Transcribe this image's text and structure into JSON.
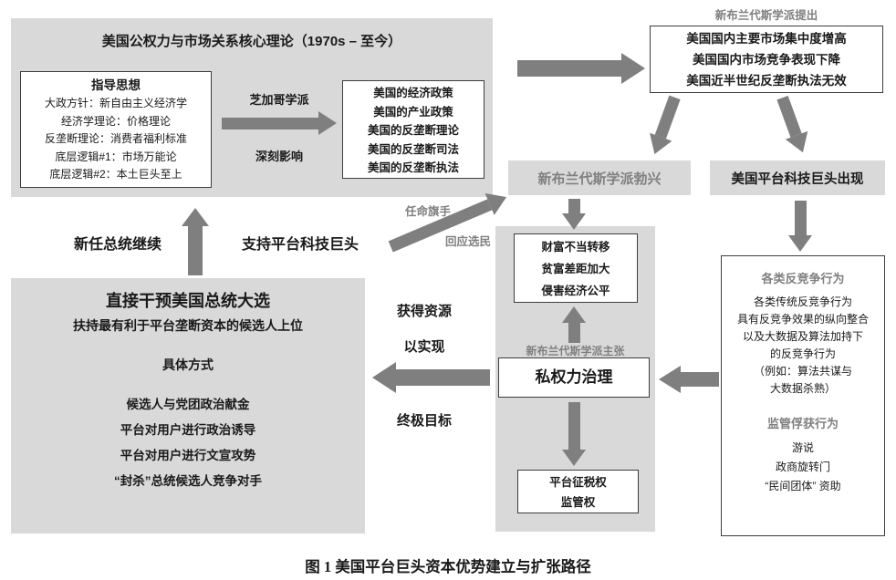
{
  "colors": {
    "panel_gray": "#d9d9d9",
    "arrow_gray": "#7f7f7f",
    "gray_text": "#7f7f7f",
    "box_border": "#3d3d3d"
  },
  "icons": {
    "arrow": "solid gray block arrow (CSS triangles + bar)"
  },
  "theory": {
    "title": "美国公权力与市场关系核心理论（1970s – 至今）",
    "guiding": {
      "title": "指导思想",
      "lines": [
        "大政方针：新自由主义经济学",
        "经济学理论：价格理论",
        "反垄断理论：消费者福利标准",
        "底层逻辑#1：市场万能论",
        "底层逻辑#2：本土巨头至上"
      ]
    },
    "arrow_label_top": "芝加哥学派",
    "arrow_label_bottom": "深刻影响",
    "policy_lines": [
      "美国的经济政策",
      "美国的产业政策",
      "美国的反垄断理论",
      "美国的反垄断司法",
      "美国的反垄断执法"
    ]
  },
  "proposal": {
    "label": "新布兰代斯学派提出",
    "lines": [
      "美国国内主要市场集中度增高",
      "美国国内市场竞争表现下降",
      "美国近半世纪反垄断执法无效"
    ]
  },
  "rise_label": "新布兰代斯学派勃兴",
  "giants_label": "美国平台科技巨头出现",
  "anti": {
    "header1": "各类反竞争行为",
    "lines1": [
      "各类传统反竞争行为",
      "具有反竞争效果的纵向整合",
      "以及大数据及算法加持下",
      "的反竞争行为",
      "（例如：算法共谋与",
      "大数据杀熟）"
    ],
    "header2": "监管俘获行为",
    "lines2": [
      "游说",
      "政商旋转门",
      "“民间团体” 资助"
    ]
  },
  "middle": {
    "harms": [
      "财富不当转移",
      "贫富差距加大",
      "侵害经济公平"
    ],
    "advocate_label": "新布兰代斯学派主张",
    "governance": "私权力治理",
    "powers": [
      "平台征税权",
      "监管权"
    ]
  },
  "goal_labels": {
    "top": "获得资源",
    "mid": "以实现",
    "bottom": "终极目标"
  },
  "election": {
    "title": "直接干预美国总统大选",
    "subtitle": "扶持最有利于平台垄断资本的候选人上位",
    "methods_header": "具体方式",
    "methods": [
      "候选人与党团政治献金",
      "平台对用户进行政治诱导",
      "平台对用户进行文宣攻势",
      "“封杀”总统候选人竞争对手"
    ]
  },
  "president": {
    "left": "新任总统继续",
    "right": "支持平台科技巨头"
  },
  "diag_labels": {
    "appoint": "任命旗手",
    "respond": "回应选民"
  },
  "caption": "图 1  美国平台巨头资本优势建立与扩张路径"
}
